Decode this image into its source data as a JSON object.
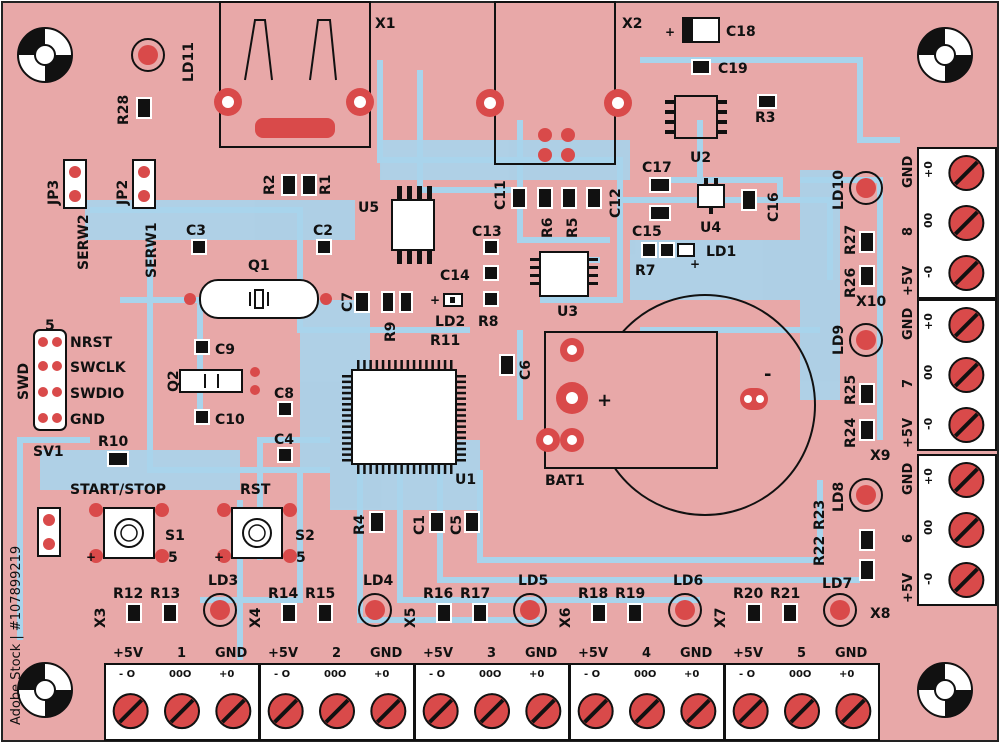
{
  "colors": {
    "board": "#e8a8a8",
    "trace": "#a8d4ec",
    "pad": "#d94a4a",
    "silk": "#111111",
    "outline": "#ffffff"
  },
  "connectors_top": {
    "x1": "X1",
    "x2": "X2"
  },
  "caps": [
    "C1",
    "C2",
    "C3",
    "C4",
    "C5",
    "C6",
    "C7",
    "C8",
    "C9",
    "C10",
    "C11",
    "C12",
    "C13",
    "C14",
    "C15",
    "C16",
    "C17",
    "C18",
    "C19"
  ],
  "labels": {
    "ld11": "LD11",
    "r28": "R28",
    "jp3": "JP3",
    "jp2": "JP2",
    "serw2": "SERW2",
    "serw1": "SERW1",
    "r2": "R2",
    "r1": "R1",
    "u5": "U5",
    "c3": "C3",
    "c2": "C2",
    "q1": "Q1",
    "c13": "C13",
    "c14": "C14",
    "r6": "R6",
    "r5": "R5",
    "c12": "C12",
    "c11": "C11",
    "c17": "C17",
    "u2": "U2",
    "r3": "R3",
    "c16": "C16",
    "u4": "U4",
    "c15": "C15",
    "ld1": "LD1",
    "r7": "R7",
    "u3": "U3",
    "ld2": "LD2",
    "r8": "R8",
    "r9": "R9",
    "r11": "R11",
    "c7": "C7",
    "c9": "C9",
    "q2": "Q2",
    "c8": "C8",
    "c10": "C10",
    "c4": "C4",
    "c6": "C6",
    "u1": "U1",
    "bat1": "BAT1",
    "r4": "R4",
    "c1": "C1",
    "c5": "C5",
    "swd": "SWD",
    "sv1": "SV1",
    "r10": "R10",
    "nrst": "NRST",
    "swclk": "SWCLK",
    "swdio": "SWDIO",
    "gnd_pin": "GND",
    "start_stop": "START/STOP",
    "rst": "RST",
    "s1": "S1",
    "s2": "S2",
    "c18": "C18",
    "c19": "C19",
    "ld10": "LD10",
    "r27": "R27",
    "r26": "R26",
    "x10": "X10",
    "ld9": "LD9",
    "r25": "R25",
    "r24": "R24",
    "x9": "X9",
    "ld8": "LD8",
    "r23": "R23",
    "r22": "R22",
    "ld7": "LD7",
    "x8": "X8",
    "r12": "R12",
    "r13": "R13",
    "ld3": "LD3",
    "x3": "X3",
    "r14": "R14",
    "r15": "R15",
    "ld4": "LD4",
    "x4": "X4",
    "r16": "R16",
    "r17": "R17",
    "ld5": "LD5",
    "x5": "X5",
    "r18": "R18",
    "r19": "R19",
    "ld6": "LD6",
    "x6": "X6",
    "r20": "R20",
    "r21": "R21",
    "x7": "X7",
    "plus": "+",
    "minus": "-",
    "five": "5"
  },
  "channels_bottom": [
    {
      "plus5v": "+5V",
      "num": "1",
      "gnd": "GND"
    },
    {
      "plus5v": "+5V",
      "num": "2",
      "gnd": "GND"
    },
    {
      "plus5v": "+5V",
      "num": "3",
      "gnd": "GND"
    },
    {
      "plus5v": "+5V",
      "num": "4",
      "gnd": "GND"
    },
    {
      "plus5v": "+5V",
      "num": "5",
      "gnd": "GND"
    }
  ],
  "channels_right": [
    {
      "plus5v": "+5V",
      "num": "8",
      "gnd": "GND"
    },
    {
      "plus5v": "+5V",
      "num": "7",
      "gnd": "GND"
    },
    {
      "plus5v": "+5V",
      "num": "6",
      "gnd": "GND"
    }
  ],
  "terminal_marks": [
    "-",
    "0",
    "0",
    "+0"
  ],
  "watermark": "Adobe Stock | #107899219"
}
